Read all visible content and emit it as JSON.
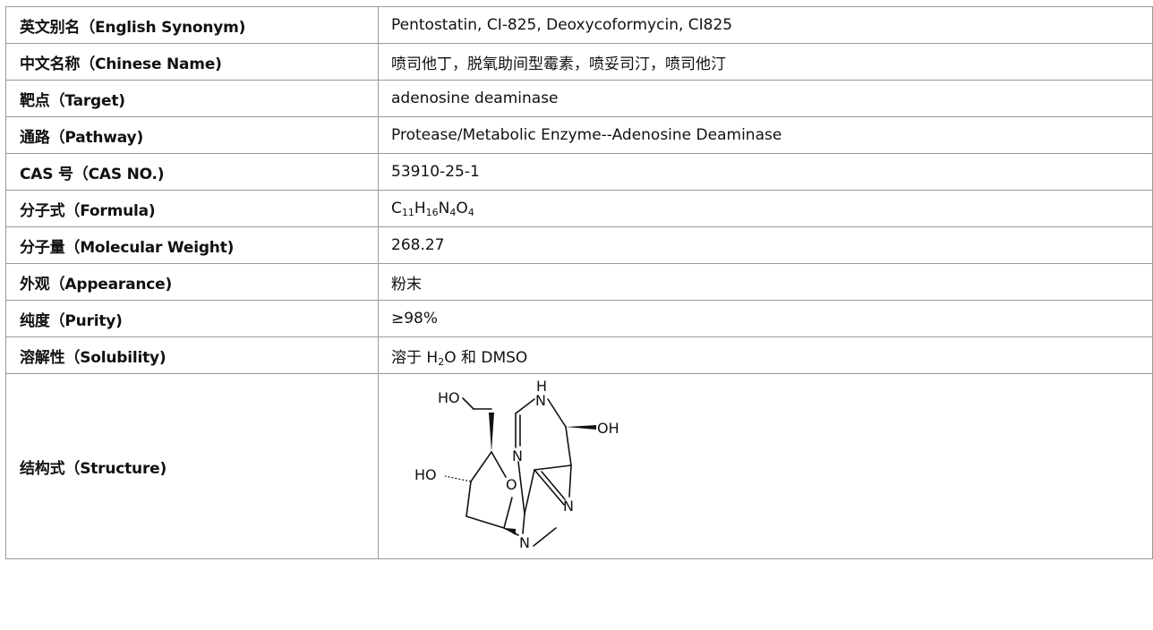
{
  "rows": [
    {
      "label": "英文别名（English Synonym)",
      "value": "Pentostatin, CI-825, Deoxycoformycin, CI825"
    },
    {
      "label": "中文名称（Chinese Name)",
      "value": "喷司他丁，脱氧助间型霉素，喷妥司汀，喷司他汀"
    },
    {
      "label": "靶点（Target)",
      "value": "adenosine deaminase"
    },
    {
      "label": "通路（Pathway)",
      "value": "Protease/Metabolic Enzyme--Adenosine Deaminase"
    },
    {
      "label": "CAS 号（CAS NO.)",
      "value": "53910-25-1"
    },
    {
      "label": "分子式（Formula)",
      "formula_parts": [
        "C",
        "11",
        "H",
        "16",
        "N",
        "4",
        "O",
        "4"
      ]
    },
    {
      "label": "分子量（Molecular Weight)",
      "value": "268.27"
    },
    {
      "label": "外观（Appearance)",
      "value": "粉末"
    },
    {
      "label": "纯度（Purity)",
      "value": "≥98%"
    },
    {
      "label": "溶解性（Solubility)",
      "solubility_parts": [
        "溶于 H",
        "2",
        "O 和 DMSO"
      ]
    },
    {
      "label": "结构式（Structure)"
    }
  ],
  "structure": {
    "atoms": [
      "HO",
      "H",
      "N",
      "OH",
      "HO",
      "N",
      "O",
      "N",
      "N"
    ]
  }
}
